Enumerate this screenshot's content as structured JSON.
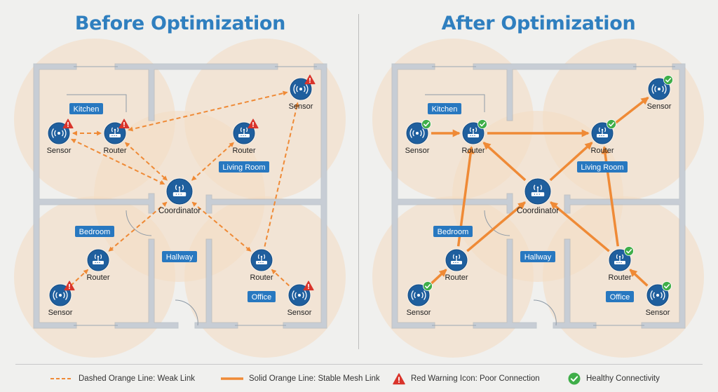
{
  "panels": [
    {
      "id": "before",
      "title": "Before Optimization",
      "rooms": [
        "Kitchen",
        "Living Room",
        "Bedroom",
        "Hallway",
        "Office"
      ],
      "nodes": [
        {
          "key": "kitchen_sensor",
          "type": "sensor",
          "label": "Sensor",
          "status": "warning"
        },
        {
          "key": "kitchen_router",
          "type": "router",
          "label": "Router",
          "status": "warning"
        },
        {
          "key": "living_sensor",
          "type": "sensor",
          "label": "Sensor",
          "status": "warning"
        },
        {
          "key": "living_router",
          "type": "router",
          "label": "Router",
          "status": "warning"
        },
        {
          "key": "coordinator",
          "type": "coordinator",
          "label": "Coordinator",
          "status": "none"
        },
        {
          "key": "bedroom_router",
          "type": "router",
          "label": "Router",
          "status": "none"
        },
        {
          "key": "bedroom_sensor",
          "type": "sensor",
          "label": "Sensor",
          "status": "warning"
        },
        {
          "key": "office_router",
          "type": "router",
          "label": "Router",
          "status": "none"
        },
        {
          "key": "office_sensor",
          "type": "sensor",
          "label": "Sensor",
          "status": "warning"
        }
      ],
      "links": [
        {
          "from": "kitchen_sensor",
          "to": "kitchen_router",
          "style": "weak",
          "arrow": "both"
        },
        {
          "from": "kitchen_router",
          "to": "living_sensor",
          "style": "weak",
          "arrow": "both"
        },
        {
          "from": "kitchen_sensor",
          "to": "coordinator",
          "style": "weak",
          "arrow": "both"
        },
        {
          "from": "kitchen_router",
          "to": "coordinator",
          "style": "weak",
          "arrow": "both"
        },
        {
          "from": "coordinator",
          "to": "living_router",
          "style": "weak",
          "arrow": "both"
        },
        {
          "from": "coordinator",
          "to": "bedroom_router",
          "style": "weak",
          "arrow": "both"
        },
        {
          "from": "coordinator",
          "to": "office_router",
          "style": "weak",
          "arrow": "both"
        },
        {
          "from": "bedroom_sensor",
          "to": "bedroom_router",
          "style": "weak",
          "arrow": "end"
        },
        {
          "from": "office_sensor",
          "to": "office_router",
          "style": "weak",
          "arrow": "end"
        },
        {
          "from": "office_router",
          "to": "living_sensor",
          "style": "weak",
          "arrow": "end"
        }
      ]
    },
    {
      "id": "after",
      "title": "After Optimization",
      "rooms": [
        "Kitchen",
        "Living Room",
        "Bedroom",
        "Hallway",
        "Office"
      ],
      "nodes": [
        {
          "key": "kitchen_sensor",
          "type": "sensor",
          "label": "Sensor",
          "status": "ok"
        },
        {
          "key": "kitchen_router",
          "type": "router",
          "label": "Router",
          "status": "ok"
        },
        {
          "key": "living_sensor",
          "type": "sensor",
          "label": "Sensor",
          "status": "ok"
        },
        {
          "key": "living_router",
          "type": "router",
          "label": "Router",
          "status": "ok"
        },
        {
          "key": "coordinator",
          "type": "coordinator",
          "label": "Coordinator",
          "status": "none"
        },
        {
          "key": "bedroom_router",
          "type": "router",
          "label": "Router",
          "status": "none"
        },
        {
          "key": "bedroom_sensor",
          "type": "sensor",
          "label": "Sensor",
          "status": "ok"
        },
        {
          "key": "office_router",
          "type": "router",
          "label": "Router",
          "status": "ok"
        },
        {
          "key": "office_sensor",
          "type": "sensor",
          "label": "Sensor",
          "status": "ok"
        }
      ],
      "links": [
        {
          "from": "kitchen_sensor",
          "to": "kitchen_router",
          "style": "stable",
          "arrow": "end"
        },
        {
          "from": "kitchen_router",
          "to": "living_router",
          "style": "stable",
          "arrow": "end"
        },
        {
          "from": "living_router",
          "to": "living_sensor",
          "style": "stable",
          "arrow": "end"
        },
        {
          "from": "coordinator",
          "to": "kitchen_router",
          "style": "stable",
          "arrow": "end"
        },
        {
          "from": "coordinator",
          "to": "living_router",
          "style": "stable",
          "arrow": "end"
        },
        {
          "from": "bedroom_router",
          "to": "kitchen_router",
          "style": "stable",
          "arrow": "end"
        },
        {
          "from": "bedroom_router",
          "to": "coordinator",
          "style": "stable",
          "arrow": "end"
        },
        {
          "from": "bedroom_sensor",
          "to": "bedroom_router",
          "style": "stable",
          "arrow": "end"
        },
        {
          "from": "office_router",
          "to": "coordinator",
          "style": "stable",
          "arrow": "end"
        },
        {
          "from": "office_router",
          "to": "living_router",
          "style": "stable",
          "arrow": "end"
        },
        {
          "from": "office_sensor",
          "to": "office_router",
          "style": "stable",
          "arrow": "end"
        }
      ]
    }
  ],
  "legend": {
    "weak": "Dashed Orange Line: Weak Link",
    "stable": "Solid Orange Line: Stable Mesh Link",
    "warning": "Red Warning Icon: Poor Connection",
    "healthy": "Healthy Connectivity"
  },
  "colors": {
    "accent": "#2f7fbf",
    "device": "#1f5f9e",
    "link": "#ef8a36",
    "coverage": "#f7c796",
    "warning": "#d9342b",
    "ok": "#3fae49",
    "wall": "#ffffff"
  },
  "icons": {
    "sensor": "wifi-sensor-icon",
    "router": "router-icon",
    "warning": "warning-triangle-icon",
    "ok": "check-circle-icon"
  }
}
